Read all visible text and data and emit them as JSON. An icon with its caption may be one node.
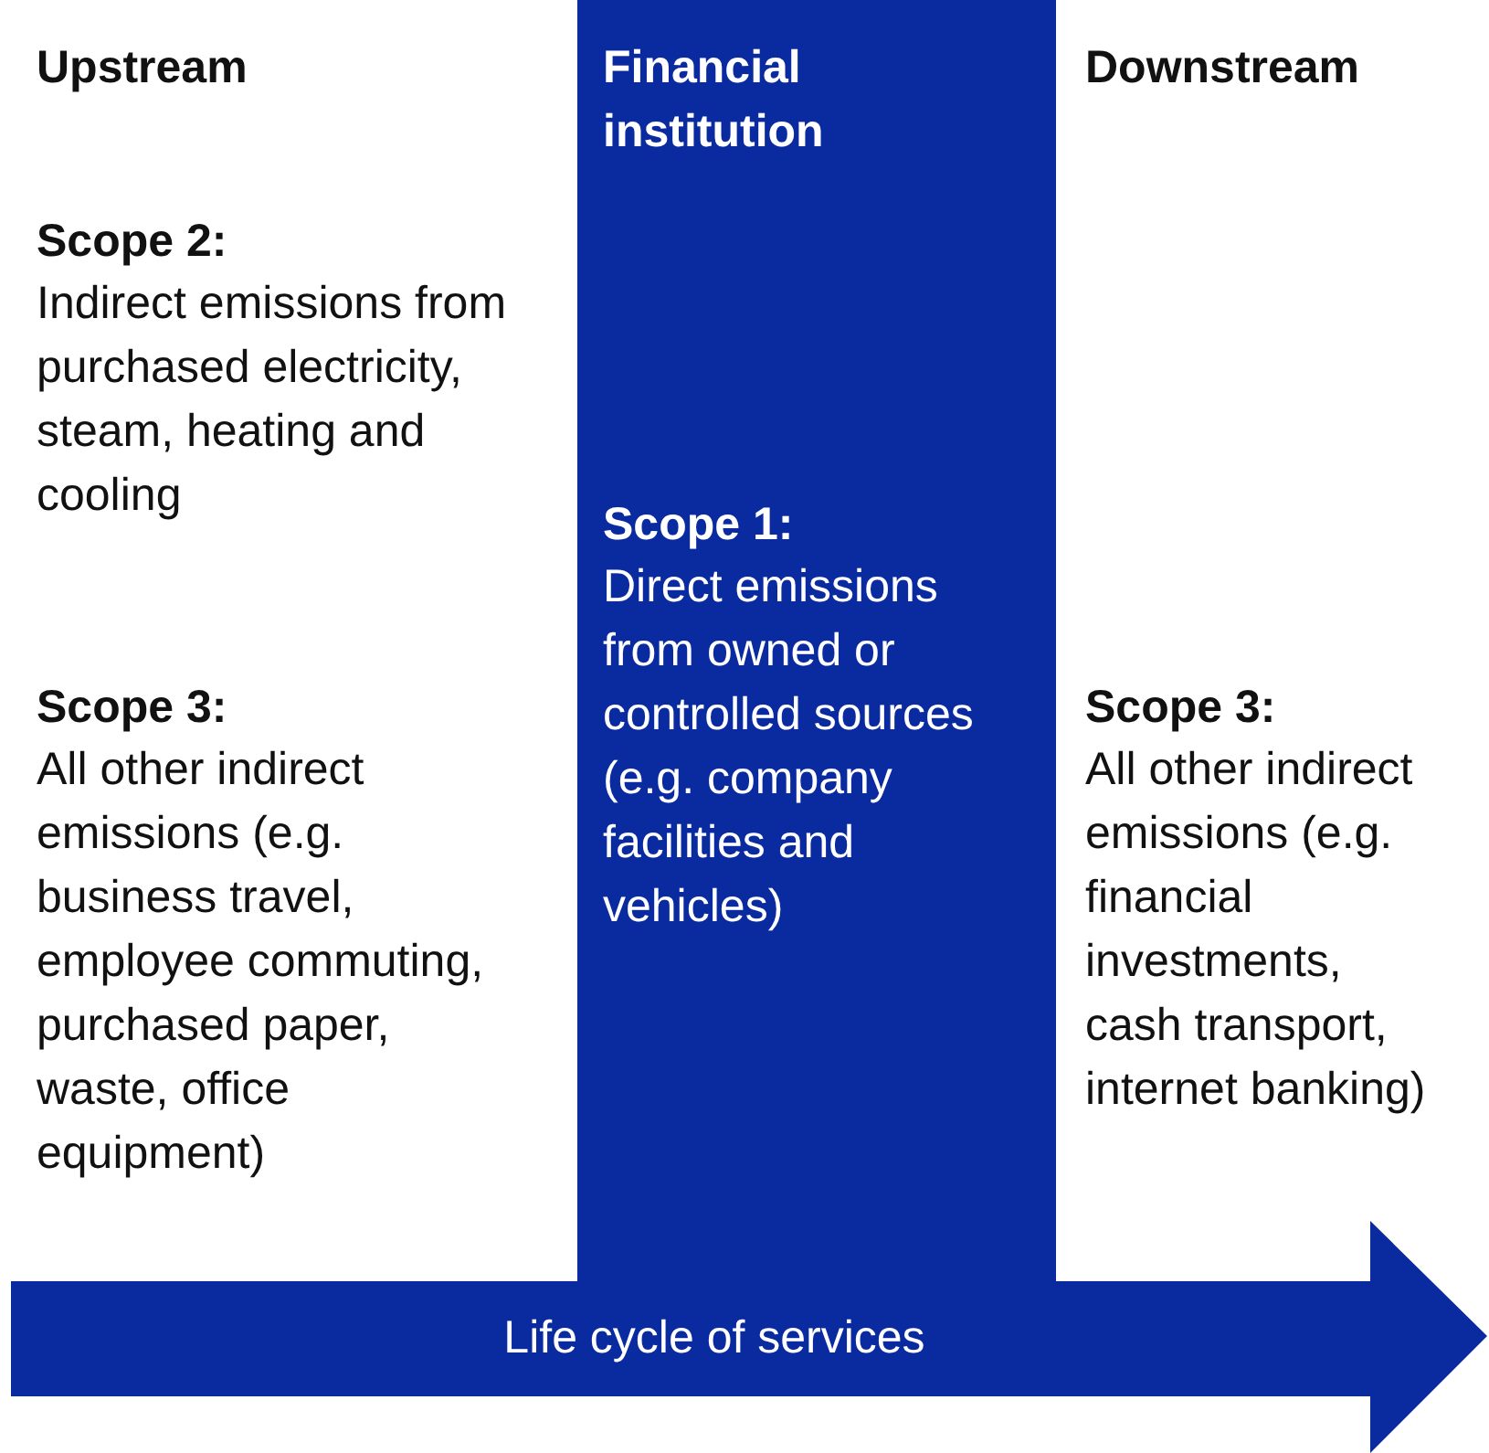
{
  "diagram": {
    "nodes": [
      {
        "text": [
          "Financial institution",
          "Scope 1:",
          "Direct emissions from owned or controlled sources (e.g. company facilities and vehicles)"
        ]
      },
      {
        "text": [
          "Life cycle of services"
        ]
      }
    ],
    "labels": [
      "Upstream",
      "Scope 2:",
      "Indirect emissions from purchased electricity, steam, heating and cooling",
      "Scope 3:",
      "All other indirect emissions (e.g. business travel, employee commuting, purchased paper, waste, office equipment)",
      "Downstream",
      "Scope 3:",
      "All other indirect emissions (e.g. financial investments, cash transport, internet banking)"
    ]
  }
}
